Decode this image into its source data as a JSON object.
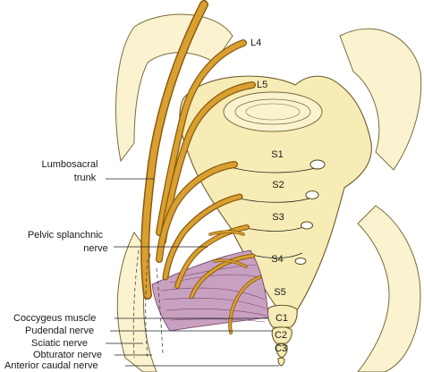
{
  "labels": {
    "l4": "L4",
    "l5": "L5",
    "s1": "S1",
    "s2": "S2",
    "s3": "S3",
    "s4": "S4",
    "s5": "S5",
    "c1": "C1",
    "c2": "C2",
    "c3": "C3",
    "lumbosacral_1": "Lumbosacral",
    "lumbosacral_2": "trunk",
    "pelvic_1": "Pelvic splanchnic",
    "pelvic_2": "nerve",
    "coccygeus": "Coccygeus muscle",
    "pudendal": "Pudendal nerve",
    "sciatic": "Sciatic nerve",
    "obturator": "Obturator nerve",
    "anterior_caudal": "Anterior caudal nerve"
  },
  "colors": {
    "bone": "#f7ecb5",
    "nerve": "#d9a030",
    "muscle": "#c8a0c0"
  }
}
